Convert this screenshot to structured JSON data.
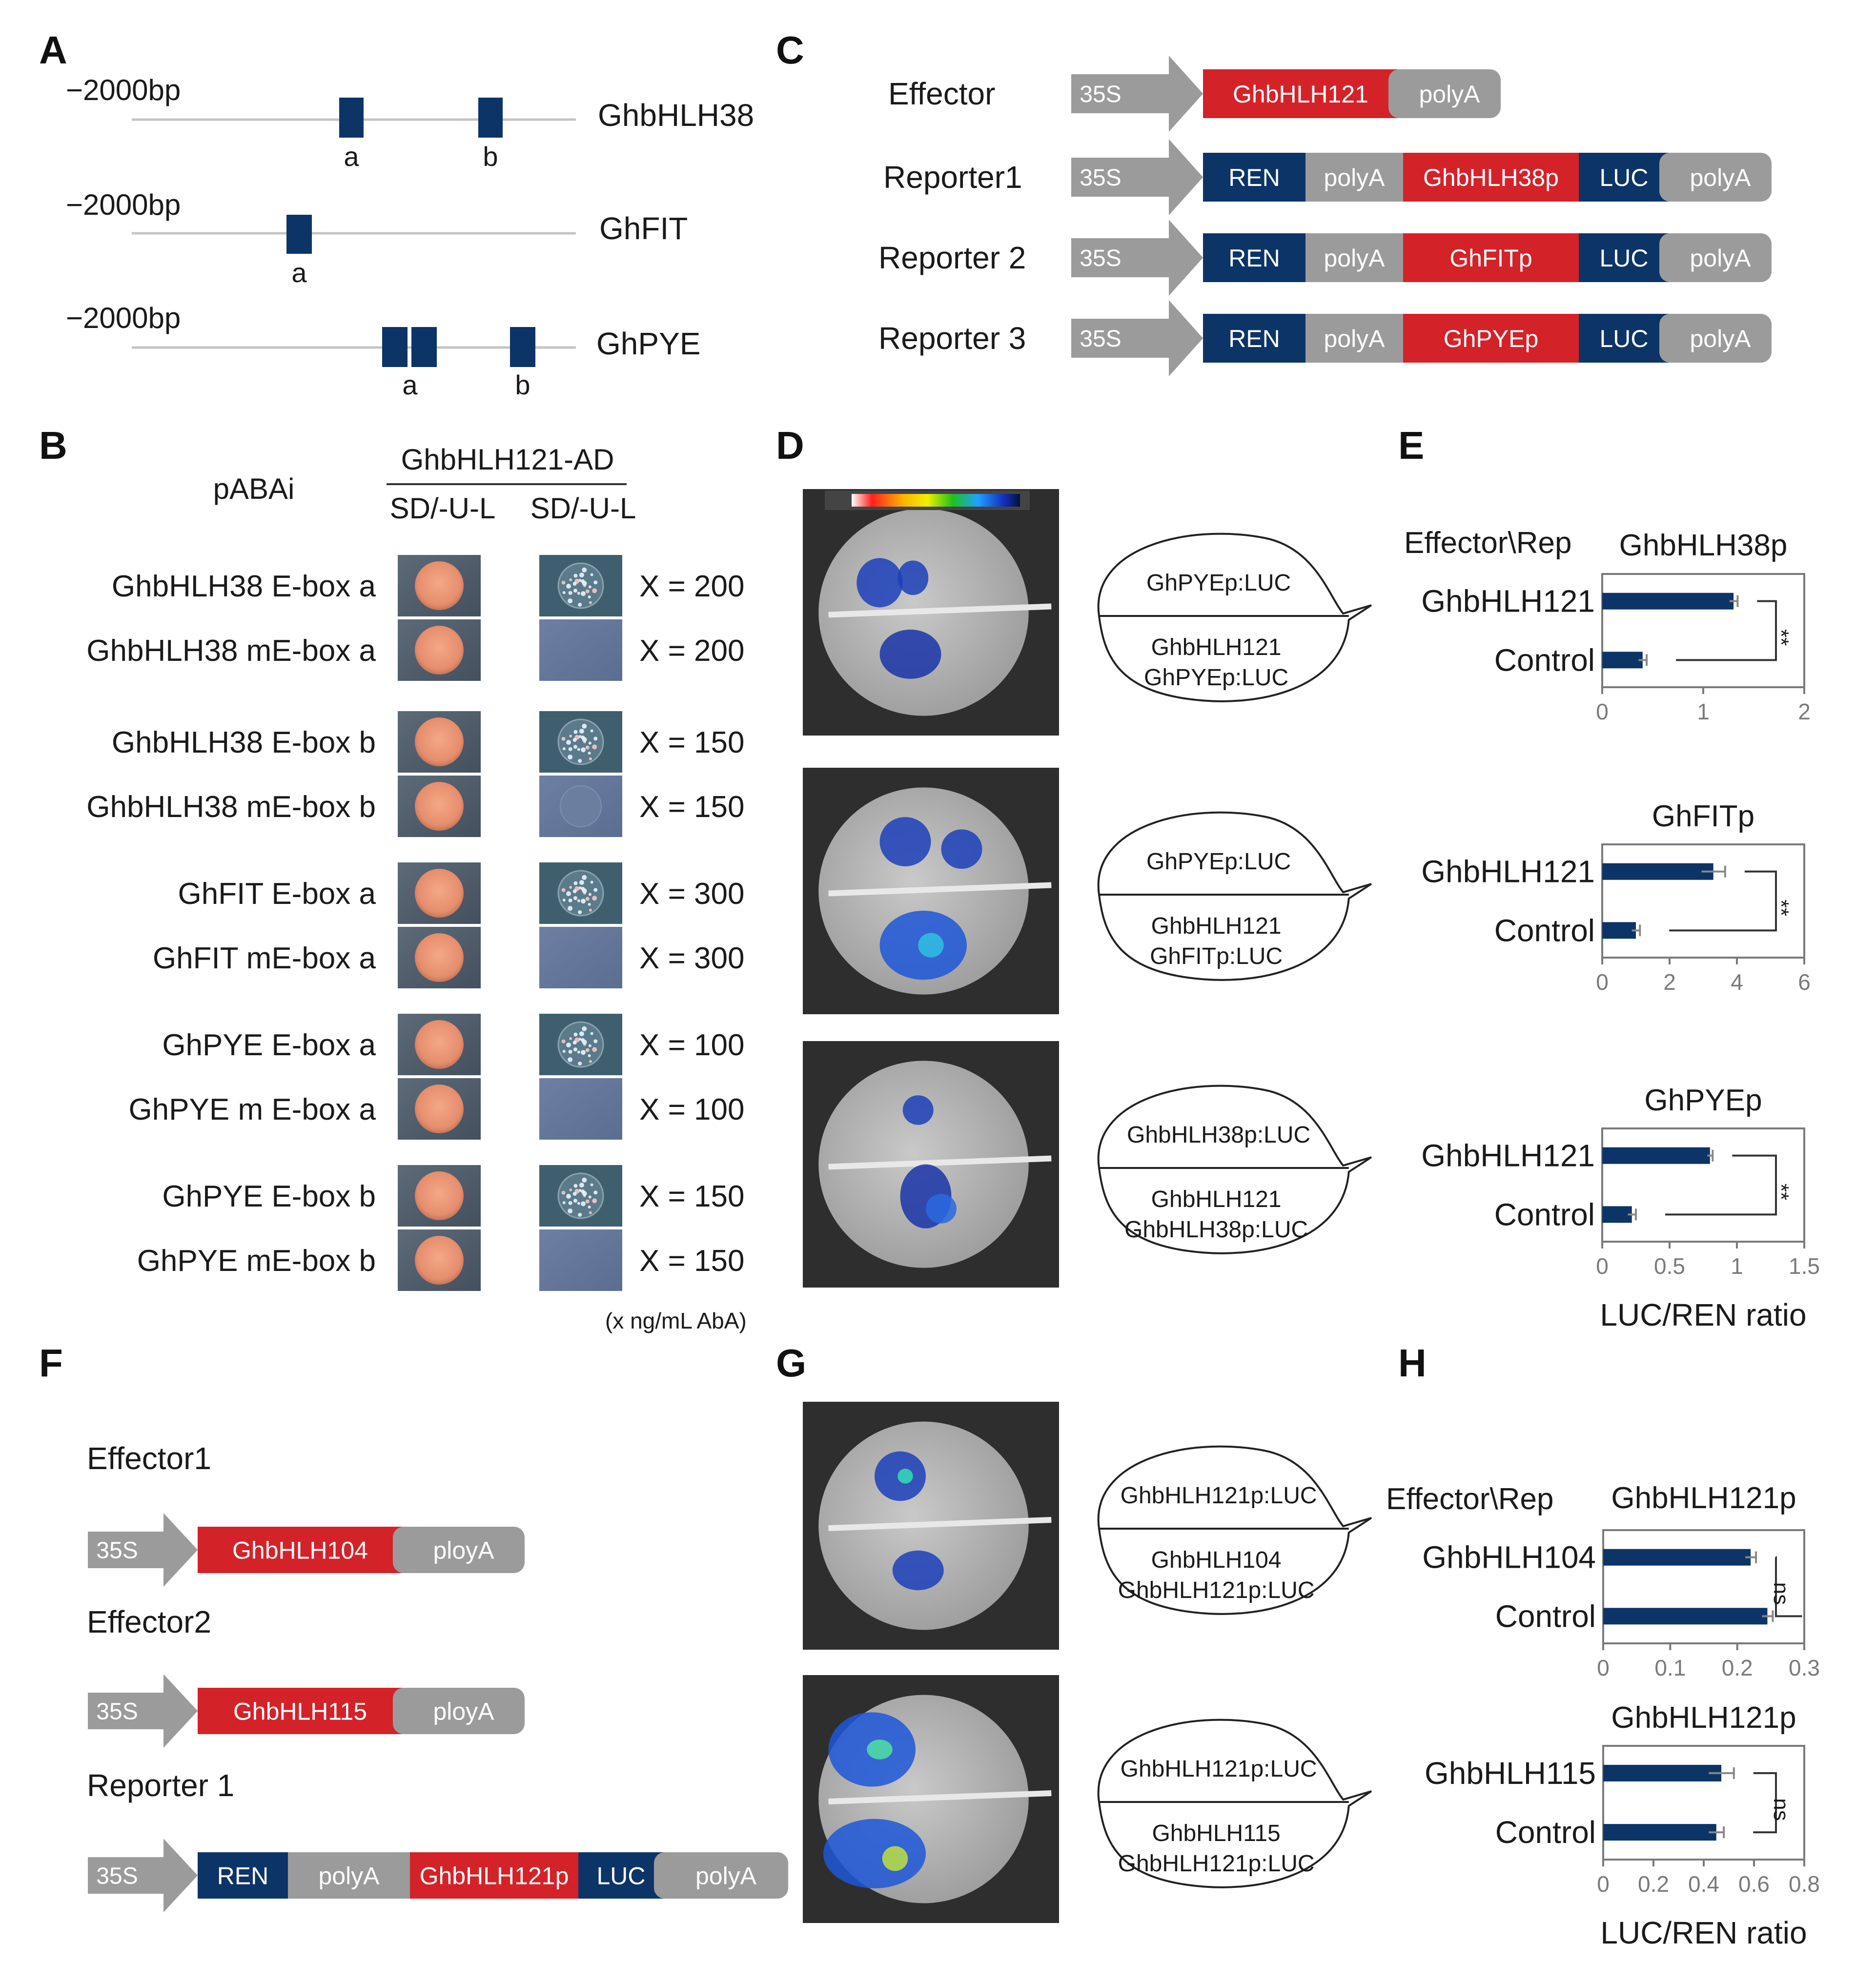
{
  "panel_letters": {
    "A": "A",
    "B": "B",
    "C": "C",
    "D": "D",
    "E": "E",
    "F": "F",
    "G": "G",
    "H": "H"
  },
  "panel_A": {
    "genes": [
      {
        "start": "−2000bp",
        "name": "GhbHLH38",
        "sites": [
          "a",
          "b"
        ]
      },
      {
        "start": "−2000bp",
        "name": "GhFIT",
        "sites": [
          "a"
        ]
      },
      {
        "start": "−2000bp",
        "name": "GhPYE",
        "sites": [
          "a",
          "b"
        ]
      }
    ]
  },
  "panel_B": {
    "col_pabai": "pABAi",
    "col_group": "GhbHLH121-AD",
    "col_sd1": "SD/-U-L",
    "col_sd2": "SD/-U-L",
    "rows": [
      {
        "label": "GhbHLH38 E-box a",
        "x": "X = 200"
      },
      {
        "label": "GhbHLH38 mE-box a",
        "x": "X = 200"
      },
      {
        "label": "GhbHLH38 E-box b",
        "x": "X = 150"
      },
      {
        "label": "GhbHLH38 mE-box b",
        "x": "X = 150"
      },
      {
        "label": "GhFIT  E-box a",
        "x": "X = 300"
      },
      {
        "label": "GhFIT  mE-box a",
        "x": "X = 300"
      },
      {
        "label": "GhPYE  E-box a",
        "x": "X = 100"
      },
      {
        "label": "GhPYE m E-box a",
        "x": "X = 100"
      },
      {
        "label": "GhPYE  E-box b",
        "x": "X = 150"
      },
      {
        "label": "GhPYE  mE-box b",
        "x": "X = 150"
      }
    ],
    "footnote": "(x ng/mL AbA)"
  },
  "panel_C": {
    "rows": [
      {
        "label": "Effector",
        "parts": [
          "35S",
          "GhbHLH121",
          "polyA"
        ]
      },
      {
        "label": "Reporter1",
        "parts": [
          "35S",
          "REN",
          "polyA",
          "GhbHLH38p",
          "LUC",
          "polyA"
        ]
      },
      {
        "label": "Reporter 2",
        "parts": [
          "35S",
          "REN",
          "polyA",
          "GhFITp",
          "LUC",
          "polyA"
        ]
      },
      {
        "label": "Reporter 3",
        "parts": [
          "35S",
          "REN",
          "polyA",
          "GhPYEp",
          "LUC",
          "polyA"
        ]
      }
    ]
  },
  "panel_D": {
    "leaves": [
      {
        "top": "GhPYEp:LUC",
        "bottom1": "GhbHLH121",
        "bottom2": "GhPYEp:LUC"
      },
      {
        "top": "GhPYEp:LUC",
        "bottom1": "GhbHLH121",
        "bottom2": "GhFITp:LUC"
      },
      {
        "top": "GhbHLH38p:LUC",
        "bottom1": "GhbHLH121",
        "bottom2": "GhbHLH38p:LUC"
      }
    ]
  },
  "panel_E": {
    "header_left": "Effector\\Rep",
    "xlabel": "LUC/REN ratio",
    "sig": "**"
  },
  "panel_F": {
    "rows": [
      {
        "label": "Effector1",
        "parts": [
          "35S",
          "GhbHLH104",
          "ployA"
        ]
      },
      {
        "label": "Effector2",
        "parts": [
          "35S",
          "GhbHLH115",
          "ployA"
        ]
      },
      {
        "label": "Reporter 1",
        "parts": [
          "35S",
          "REN",
          "polyA",
          "GhbHLH121p",
          "LUC",
          "polyA"
        ]
      }
    ]
  },
  "panel_G": {
    "leaves": [
      {
        "top": "GhbHLH121p:LUC",
        "bottom1": "GhbHLH104",
        "bottom2": "GhbHLH121p:LUC"
      },
      {
        "top": "GhbHLH121p:LUC",
        "bottom1": "GhbHLH115",
        "bottom2": "GhbHLH121p:LUC"
      }
    ]
  },
  "panel_H": {
    "header_left": "Effector\\Rep",
    "xlabel": "LUC/REN ratio",
    "sig": "ns"
  },
  "colors": {
    "navy": "#0d3467",
    "red": "#d42229",
    "gray": "#9b9b9b",
    "axis": "#7a7a7a"
  },
  "chart_data": [
    {
      "type": "bar",
      "orientation": "horizontal",
      "title": "GhbHLH38p",
      "categories": [
        "GhbHLH121",
        "Control"
      ],
      "values": [
        1.3,
        0.4
      ],
      "errors": [
        0.04,
        0.04
      ],
      "xlim": [
        0,
        2
      ],
      "xticks": [
        "0",
        "1",
        "2"
      ],
      "xlabel": "",
      "significance": "**"
    },
    {
      "type": "bar",
      "orientation": "horizontal",
      "title": "GhFITp",
      "categories": [
        "GhbHLH121",
        "Control"
      ],
      "values": [
        3.3,
        1.0
      ],
      "errors": [
        0.35,
        0.12
      ],
      "xlim": [
        0,
        6
      ],
      "xticks": [
        "0",
        "2",
        "4",
        "6"
      ],
      "xlabel": "",
      "significance": "**"
    },
    {
      "type": "bar",
      "orientation": "horizontal",
      "title": "GhPYEp",
      "categories": [
        "GhbHLH121",
        "Control"
      ],
      "values": [
        0.8,
        0.22
      ],
      "errors": [
        0.02,
        0.03
      ],
      "xlim": [
        0,
        1.5
      ],
      "xticks": [
        "0",
        "0.5",
        "1",
        "1.5"
      ],
      "xlabel": "LUC/REN ratio",
      "significance": "**"
    },
    {
      "type": "bar",
      "orientation": "horizontal",
      "title": "GhbHLH121p",
      "categories": [
        "GhbHLH104",
        "Control"
      ],
      "values": [
        0.22,
        0.245
      ],
      "errors": [
        0.008,
        0.008
      ],
      "xlim": [
        0,
        0.3
      ],
      "xticks": [
        "0",
        "0.1",
        "0.2",
        "0.3"
      ],
      "xlabel": "",
      "significance": "ns"
    },
    {
      "type": "bar",
      "orientation": "horizontal",
      "title": "GhbHLH121p",
      "categories": [
        "GhbHLH115",
        "Control"
      ],
      "values": [
        0.47,
        0.45
      ],
      "errors": [
        0.05,
        0.03
      ],
      "xlim": [
        0,
        0.8
      ],
      "xticks": [
        "0",
        "0.2",
        "0.4",
        "0.6",
        "0.8"
      ],
      "xlabel": "LUC/REN ratio",
      "significance": "ns"
    }
  ]
}
